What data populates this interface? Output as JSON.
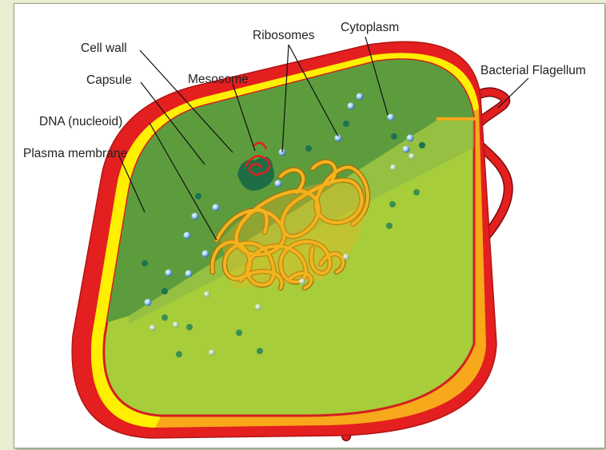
{
  "labels": {
    "cell_wall": "Cell wall",
    "ribosomes": "Ribosomes",
    "cytoplasm": "Cytoplasm",
    "bacterial_flagellum": "Bacterial Flagellum",
    "capsule": "Capsule",
    "mesosome": "Mesosome",
    "dna": "DNA (nucleoid)",
    "plasma_membrane": "Plasma membrane"
  },
  "colors": {
    "background": "#e8efd2",
    "capsule_red": "#e41f1f",
    "cell_wall_orange": "#f7a81b",
    "cell_wall_yellow": "#fff200",
    "cytoplasm_dark": "#5d9c3d",
    "cytoplasm_light": "#a7cd3a",
    "nucleoid": "#f2b420",
    "ribosome_blue": "#9fc8ee",
    "ribosome_teal": "#1d7250"
  }
}
